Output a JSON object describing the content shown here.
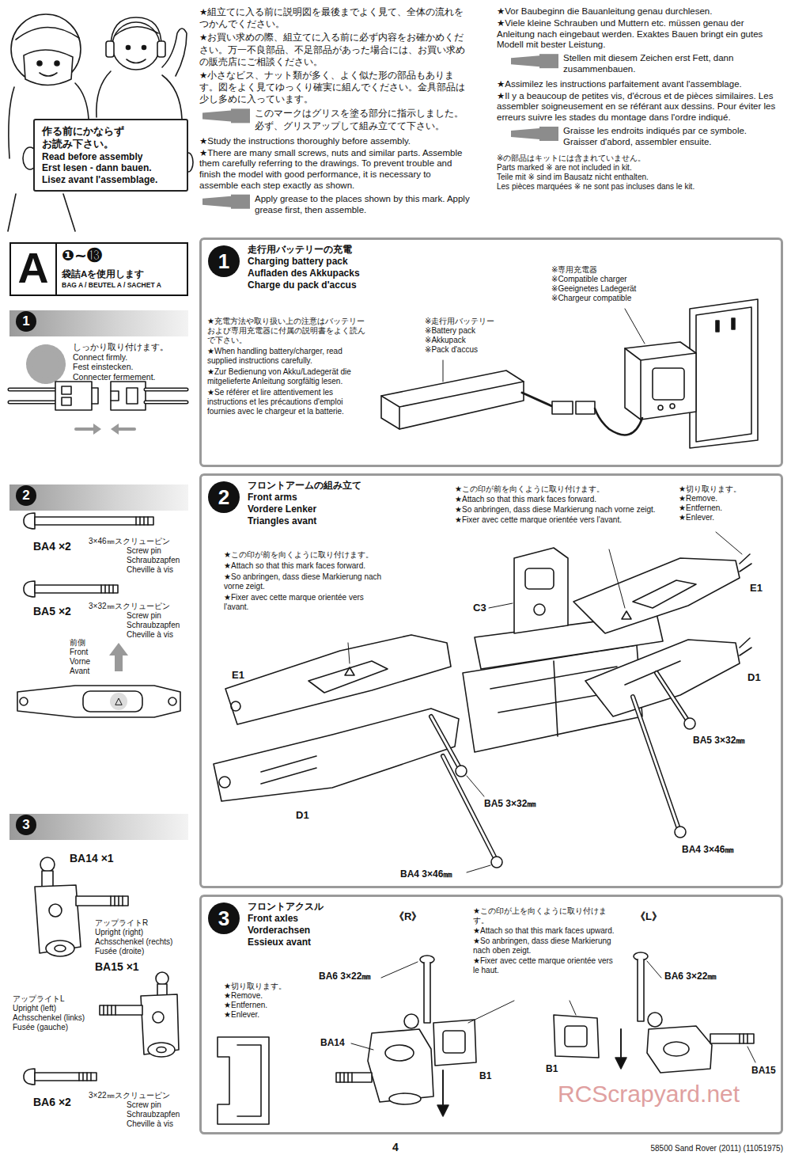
{
  "diagram": {
    "nodes": [
      {
        "text": [
          "作る前にかならず お読み下さい。",
          "Read before assembly",
          "Erst lesen - dann bauen.",
          "Lisez avant l'assemblage."
        ]
      },
      {
        "text": [
          "A",
          "❶~⓭",
          "袋詰Aを使用します",
          "BAG A / BEUTEL A / SACHET A"
        ]
      },
      {
        "text": [
          "1"
        ]
      },
      {
        "text": [
          "1",
          "走行用バッテリーの充電",
          "Charging battery pack",
          "Aufladen des Akkupacks",
          "Charge du pack d'accus"
        ]
      },
      {
        "text": [
          "2"
        ]
      },
      {
        "text": [
          "2",
          "フロントアームの組み立て",
          "Front arms",
          "Vordere Lenker",
          "Triangles avant"
        ]
      },
      {
        "text": [
          "3"
        ]
      },
      {
        "text": [
          "3",
          "フロントアクスル",
          "Front axles",
          "Vorderachsen",
          "Essieux avant"
        ]
      }
    ],
    "labels": [
      "★組立てに入る前に説明図を最後までよく見て、全体の流れをつかんでください。",
      "★お買い求めの際、組立てに入る前に必ず内容をお確かめください。万一不良部品、不足部品があった場合には、お買い求めの販売店にご相談ください。",
      "★小さなビス、ナット類が多く、よく似た形の部品もあります。図をよく見てゆっくり確実に組んでください。金具部品は少し多めに入っています。",
      "このマークはグリスを塗る部分に指示しました。必ず、グリスアップして組み立てて下さい。",
      "★Study the instructions thoroughly before assembly.",
      "★There are many small screws, nuts and similar parts. Assemble them carefully referring to the drawings. To prevent trouble and finish the model with good performance, it is necessary to assemble each step exactly as shown.",
      "Apply grease to the places shown by this mark. Apply grease first, then assemble.",
      "★Vor Baubeginn die Bauanleitung genau durchlesen.",
      "★Viele kleine Schrauben und Muttern etc. müssen genau der Anleitung nach eingebaut werden. Exaktes Bauen bringt ein gutes Modell mit bester Leistung.",
      "Stellen mit diesem Zeichen erst Fett, dann zusammenbauen.",
      "★Assimilez les instructions parfaitement avant l'assemblage.",
      "★Il y a beaucoup de petites vis, d'écrous et de pièces similaires. Les assembler soigneusement en se référant aux dessins. Pour éviter les erreurs suivre les stades du montage dans l'ordre indiqué.",
      "Graisse les endroits indiqués par ce symbole. Graisser d'abord, assembler ensuite.",
      "※の部品はキットには含まれていません。",
      "Parts marked ※ are not included in kit.",
      "Teile mit ※ sind im Bausatz nicht enthalten.",
      "Les pièces marquées ※ ne sont pas incluses dans le kit.",
      "しっかり取り付けます。",
      "Connect firmly.",
      "Fest einstecken.",
      "Connecter fermement.",
      "★充電方法や取り扱い上の注意はバッテリーおよび専用充電器に付属の説明書をよく読んで下さい。",
      "★When handling battery/charger, read supplied instructions carefully.",
      "★Zur Bedienung von Akku/Ladegerät die mitgelieferte Anleitung sorgfältig lesen.",
      "★Se référer et lire attentivement les instructions et les précautions d'emploi fournies avec le chargeur et la batterie.",
      "※走行用バッテリー",
      "※Battery pack",
      "※Akkupack",
      "※Pack d'accus",
      "※専用充電器",
      "※Compatible charger",
      "※Geeignetes Ladegerät",
      "※Chargeur compatible",
      "BA4 ×2",
      "3×46㎜スクリューピン",
      "Screw pin",
      "Schraubzapfen",
      "Cheville à vis",
      "BA5 ×2",
      "3×32㎜スクリューピン",
      "Screw pin",
      "Schraubzapfen",
      "Cheville à vis",
      "前側",
      "Front",
      "Vorne",
      "Avant",
      "BA14 ×1",
      "アップライトR",
      "Upright (right)",
      "Achsschenkel (rechts)",
      "Fusée (droite)",
      "BA15 ×1",
      "アップライトL",
      "Upright (left)",
      "Achsschenkel (links)",
      "Fusée (gauche)",
      "BA6 ×2",
      "3×22㎜スクリューピン",
      "Screw pin",
      "Schraubzapfen",
      "Cheville à vis",
      "★この印が前を向くように取り付けます。",
      "★Attach so that this mark faces forward.",
      "★So anbringen, dass diese Markierung nach vorne zeigt.",
      "★Fixer avec cette marque orientée vers l'avant.",
      "★この印が前を向くように取り付けます。",
      "★Attach so that this mark faces forward.",
      "★So anbringen, dass diese Markierung nach vorne zeigt.",
      "★Fixer avec cette marque orientée vers l'avant.",
      "★切り取ります。",
      "★Remove.",
      "★Entfernen.",
      "★Enlever.",
      "C3",
      "E1",
      "E1",
      "D1",
      "D1",
      "BA5 3×32㎜",
      "BA5 3×32㎜",
      "BA4 3×46㎜",
      "BA4 3×46㎜",
      "《R》",
      "《L》",
      "★この印が上を向くように取り付けます。",
      "★Attach so that this mark faces upward.",
      "★So anbringen, dass diese Markierung nach oben zeigt.",
      "★Fixer avec cette marque orientée vers le haut.",
      "★切り取ります。",
      "★Remove.",
      "★Entfernen.",
      "★Enlever.",
      "BA6 3×22㎜",
      "BA6 3×22㎜",
      "BA14",
      "B1",
      "B1",
      "BA15",
      "4",
      "58500 Sand Rover (2011) (11051975)",
      "RCScrapyard.net"
    ]
  }
}
